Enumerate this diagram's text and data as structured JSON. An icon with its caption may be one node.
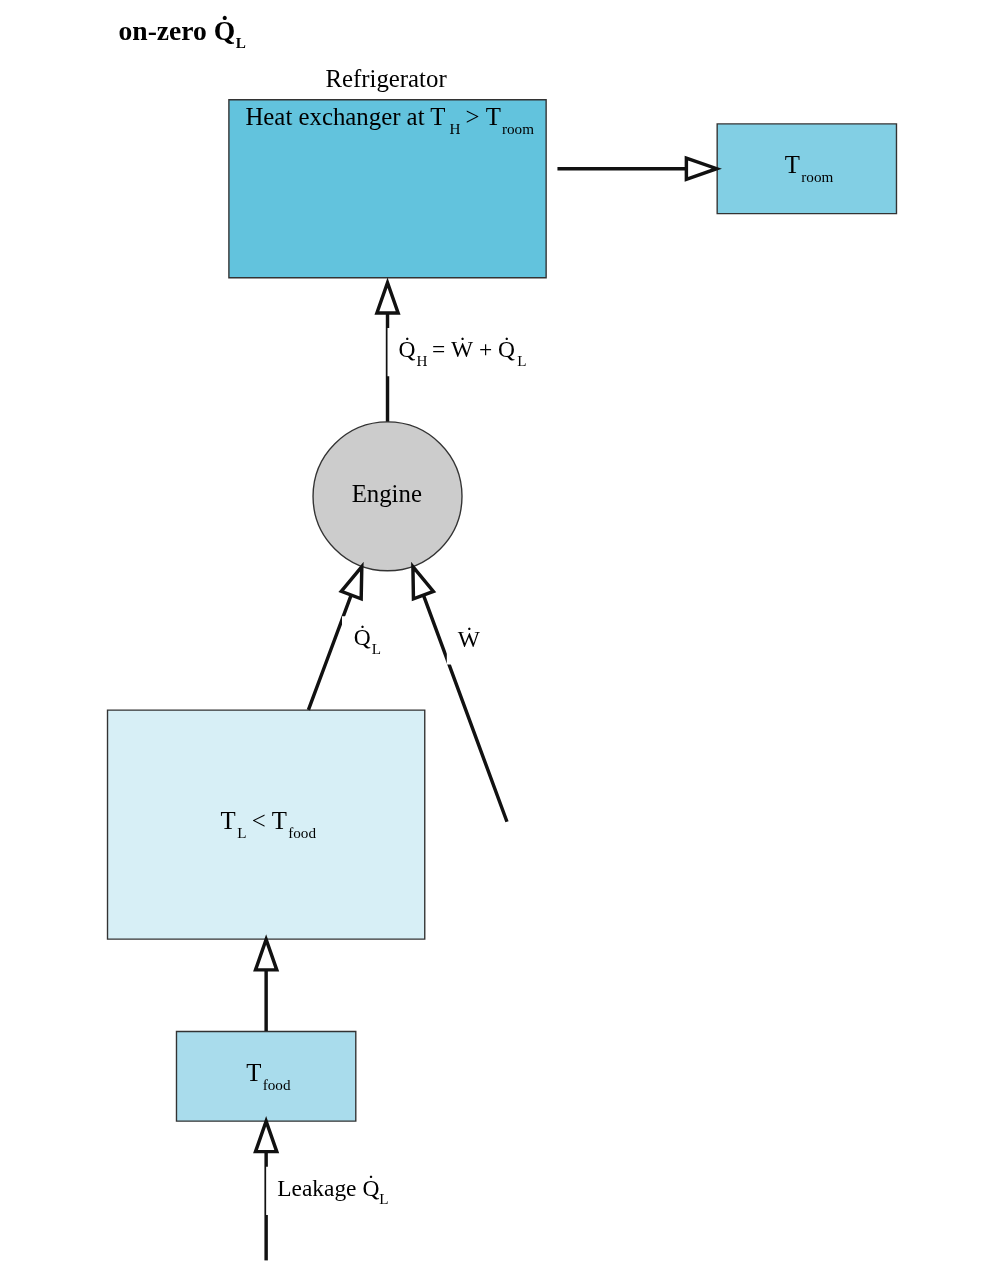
{
  "diagram": {
    "title": "on-zero Q̇$_{L}$",
    "nodes": [
      {
        "text": [
          "Refrigerator",
          "Heat exchanger at T$_{H}$ > T$_{room}$"
        ]
      },
      {
        "text": [
          "T$_{room}$"
        ]
      },
      {
        "text": [
          "Engine"
        ]
      },
      {
        "text": [
          "T$_{food}$"
        ]
      },
      {
        "text": [
          "T$_{L}$ < T$_{food}$"
        ]
      }
    ],
    "edges": [
      {
        "from": 0,
        "to": 1,
        "arrow": "to"
      },
      {
        "from": 2,
        "to": 0,
        "arrow": "to",
        "label": "Q̇$_{H}$ = Ẇ + Q̇$_{L}$"
      },
      {
        "from": null,
        "to": 2,
        "arrow": "to",
        "label": "Ẇ"
      },
      {
        "from": 4,
        "to": 2,
        "arrow": "to",
        "label": "Q̇$_{L}$"
      },
      {
        "from": null,
        "to": 3,
        "arrow": "to",
        "label": "Leakage Q̇$_{L}$"
      },
      {
        "from": 3,
        "to": 4,
        "arrow": "to"
      }
    ]
  }
}
